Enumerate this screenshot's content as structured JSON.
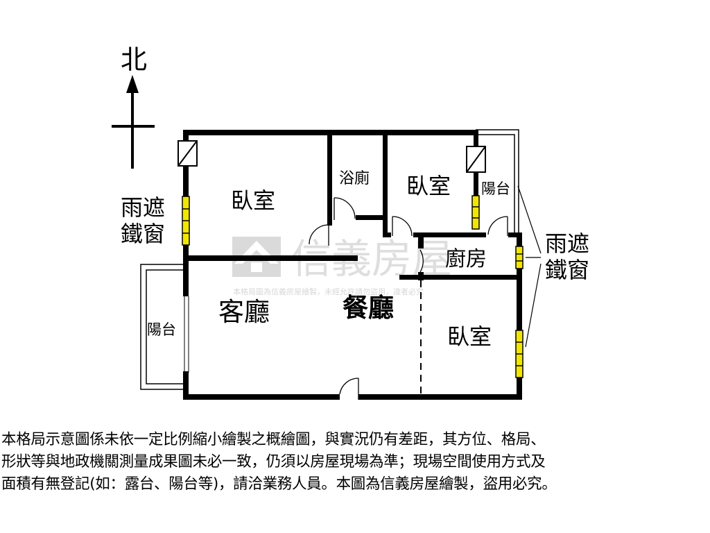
{
  "compass": {
    "north_label": "北"
  },
  "rooms": {
    "bedroom_main": "臥室",
    "bathroom": "浴廁",
    "bedroom_small": "臥室",
    "balcony_east": "陽台",
    "kitchen": "廚房",
    "living_room": "客廳",
    "dining_room": "餐廳",
    "bedroom_se": "臥室",
    "balcony_west": "陽台"
  },
  "callouts": {
    "left": [
      "雨遮",
      "鐵窗"
    ],
    "right": [
      "雨遮",
      "鐵窗"
    ]
  },
  "watermark": {
    "brand": "信義房屋",
    "note": "本格局圖為信義房屋繪製，未經允許請勿盜用，違者必究"
  },
  "disclaimer": [
    "本格局示意圖係未依一定比例縮小繪製之概繪圖，與實況仍有差距，其方位、格局、",
    "形狀等與地政機關測量成果圖未必一致，仍須以房屋現場為準；現場空間使用方式及",
    "面積有無登記(如：露台、陽台等)，請洽業務人員。本圖為信義房屋繪製，盜用必究。"
  ],
  "colors": {
    "wall": "#000000",
    "window_fill": "#f2e600",
    "watermark": "#c8c8c8"
  }
}
